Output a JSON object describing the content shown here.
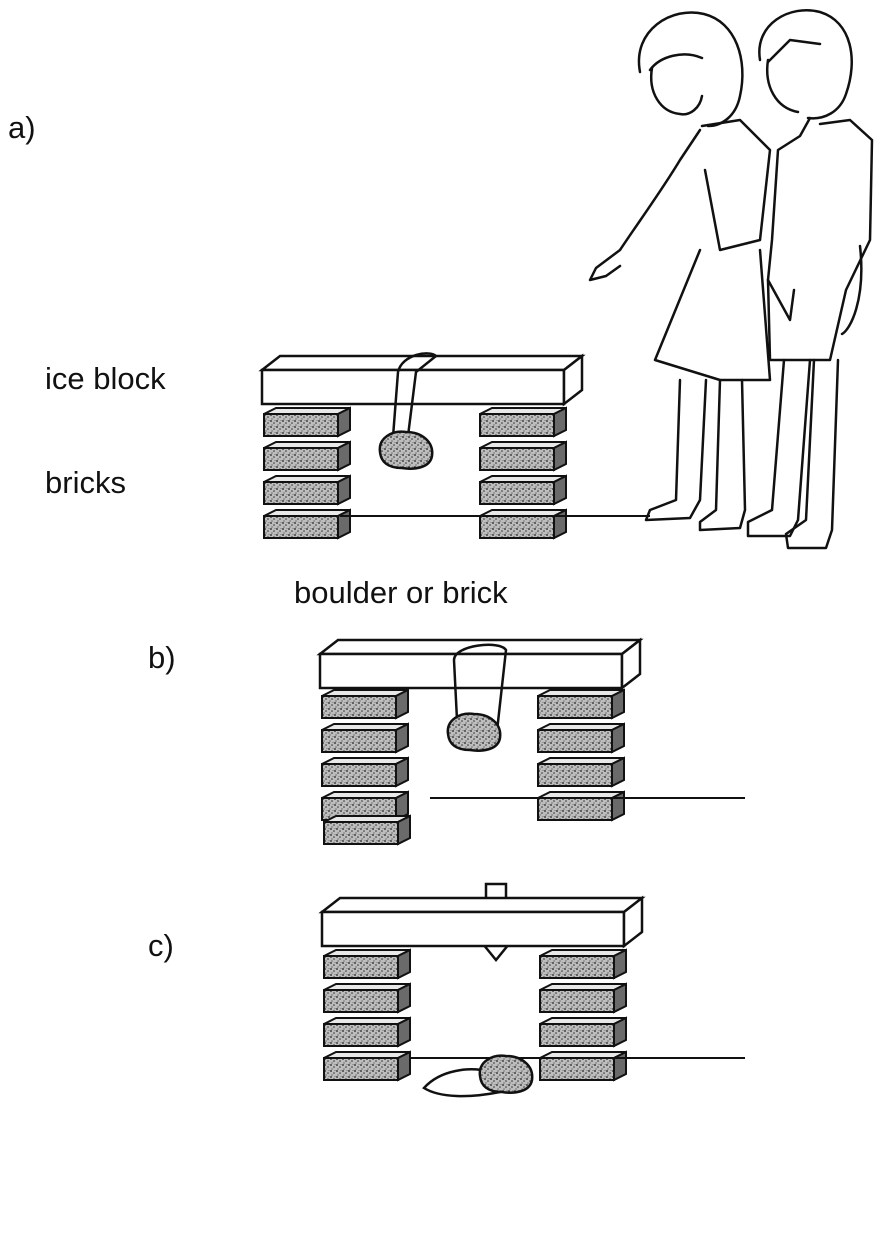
{
  "labels": {
    "panel_a": "a)",
    "ice_block": "ice block",
    "bricks": "bricks",
    "boulder_or_brick": "boulder or brick",
    "panel_b": "b)",
    "panel_c": "c)"
  },
  "colors": {
    "ink": "#111111",
    "brick_fill": "#9a9a9a",
    "paper": "#ffffff"
  }
}
